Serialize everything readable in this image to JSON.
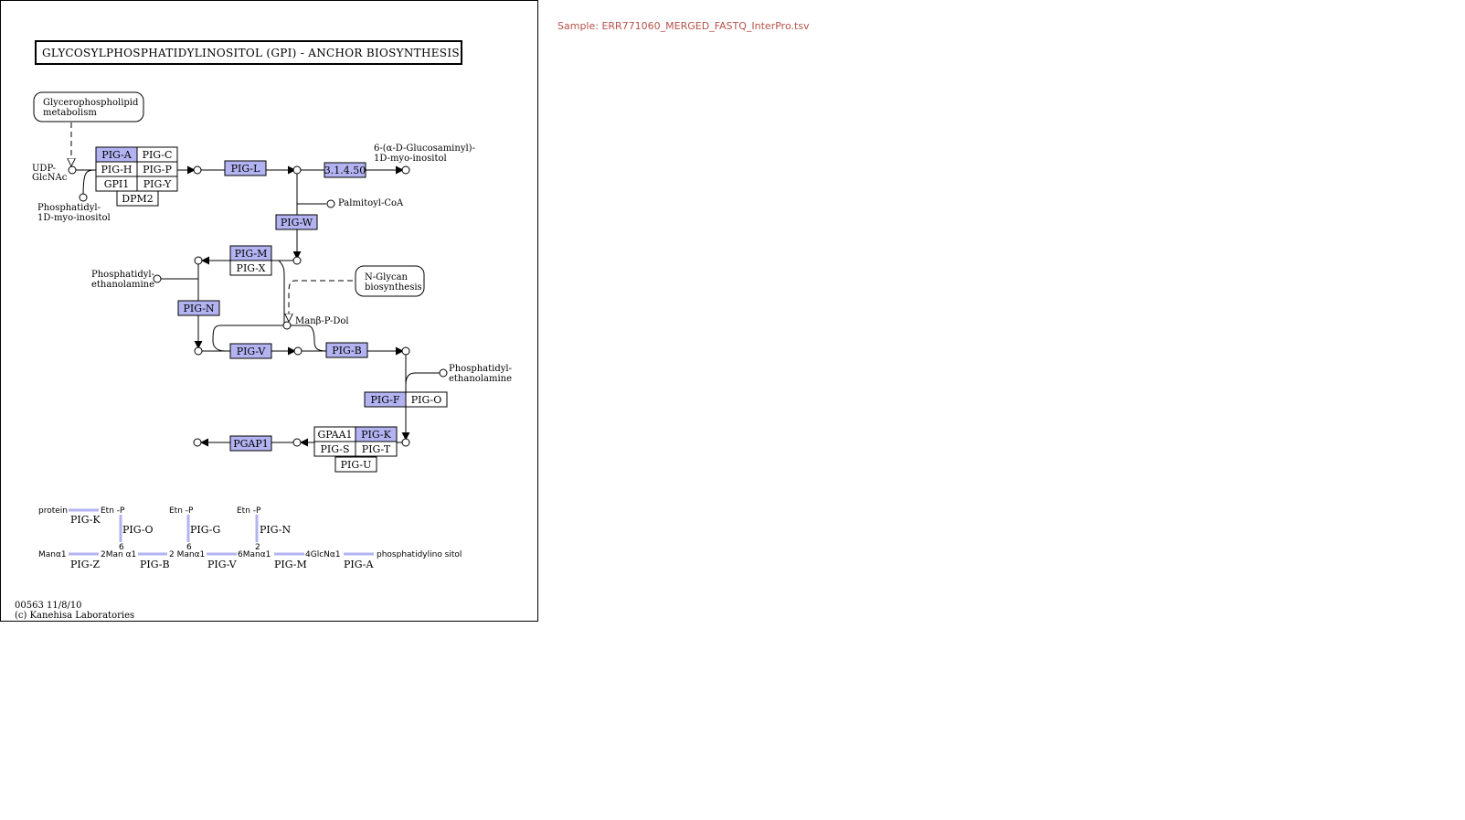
{
  "sample": {
    "label": "Sample: ERR771060_MERGED_FASTQ_InterPro.tsv"
  },
  "colors": {
    "highlight": "#b3b3f2",
    "plain": "#ffffff",
    "sample_text": "#b5524a"
  },
  "map": {
    "title": "GLYCOSYLPHOSPHATIDYLINOSITOL (GPI) - ANCHOR  BIOSYNTHESIS",
    "links": {
      "glycerophospholipid": [
        "Glycerophospholipid",
        "metabolism"
      ],
      "nglycan": [
        "N-Glycan",
        "biosynthesis"
      ]
    },
    "compounds": {
      "udp": [
        "UDP-",
        "GlcNAc"
      ],
      "pi": [
        "Phosphatidyl-",
        "1D-myo-inositol"
      ],
      "glucosaminyl": [
        "6-(α-D-Glucosaminyl)-",
        "1D-myo-inositol"
      ],
      "palmitoyl": "Palmitoyl-CoA",
      "petn1": [
        "Phosphatidyl-",
        "ethanolamine"
      ],
      "manpdol": "Manβ-P-Dol",
      "petn2": [
        "Phosphatidyl-",
        "ethanolamine"
      ]
    },
    "enzymes": {
      "piga": "PIG-A",
      "pigc": "PIG-C",
      "pigh": "PIG-H",
      "pigp": "PIG-P",
      "gpi1": "GPI1",
      "pigy": "PIG-Y",
      "dpm2": "DPM2",
      "pigl": "PIG-L",
      "ec3145": "3.1.4.50",
      "pigw": "PIG-W",
      "pigm": "PIG-M",
      "pigx": "PIG-X",
      "pign": "PIG-N",
      "pigv": "PIG-V",
      "pigb": "PIG-B",
      "pigf": "PIG-F",
      "pigo": "PIG-O",
      "gpaa1": "GPAA1",
      "pigk": "PIG-K",
      "pigs": "PIG-S",
      "pigt": "PIG-T",
      "pigu": "PIG-U",
      "pgap1": "PGAP1"
    },
    "highlighted": [
      "PIG-A",
      "PIG-L",
      "3.1.4.50",
      "PIG-W",
      "PIG-M",
      "PIG-N",
      "PIG-V",
      "PIG-B",
      "PIG-F",
      "PIG-K",
      "PGAP1"
    ],
    "structure": {
      "protein": "protein",
      "etnp1": "Etn -P",
      "etnp2": "Etn -P",
      "etnp3": "Etn -P",
      "pigk": "PIG-K",
      "pigo": "PIG-O",
      "pigg": "PIG-G",
      "pign": "PIG-N",
      "six1": "6",
      "six2": "6",
      "two1": "2",
      "man1": "Manα1",
      "man2": "2Man α1",
      "man3": "2 Manα1",
      "man4": "6Manα1",
      "glcn": "4GlcNα1",
      "pi": "phosphatidylino sitol",
      "pigz": "PIG-Z",
      "pigb": "PIG-B",
      "pigv": "PIG-V",
      "pigm": "PIG-M",
      "piga": "PIG-A"
    },
    "footer": {
      "id": "00563 11/8/10",
      "copyright": "(c) Kanehisa Laboratories"
    }
  }
}
